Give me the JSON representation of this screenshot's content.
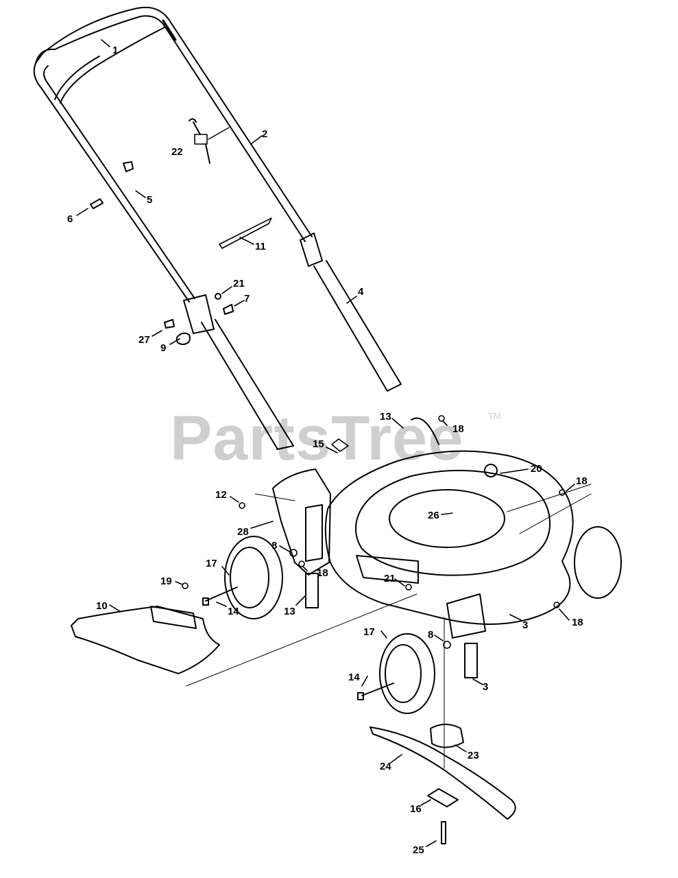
{
  "watermark": {
    "brand": "PartsTree",
    "tm": "TM"
  },
  "callouts": {
    "c1": "1",
    "c2": "2",
    "c3a": "3",
    "c3b": "3",
    "c4": "4",
    "c5": "5",
    "c6": "6",
    "c7": "7",
    "c8a": "8",
    "c8b": "8",
    "c9": "9",
    "c10": "10",
    "c11": "11",
    "c12": "12",
    "c13a": "13",
    "c13b": "13",
    "c14a": "14",
    "c14b": "14",
    "c15": "15",
    "c16": "16",
    "c17a": "17",
    "c17b": "17",
    "c18a": "18",
    "c18b": "18",
    "c18c": "18",
    "c18d": "18",
    "c19": "19",
    "c20": "20",
    "c21a": "21",
    "c21b": "21",
    "c22": "22",
    "c23": "23",
    "c24": "24",
    "c25": "25",
    "c26": "26",
    "c27": "27",
    "c28": "28"
  },
  "colors": {
    "ink": "#000000",
    "watermark": "#cfcfcf",
    "background": "#ffffff"
  }
}
